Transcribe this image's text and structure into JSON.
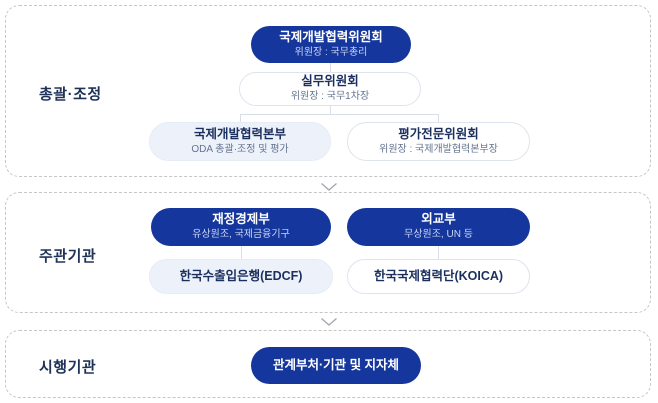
{
  "colors": {
    "box_fill_blue": "#15379d",
    "box_tint_blue": "#edf2fa",
    "box_outline_border": "#dde4ee",
    "title_navy": "#1b2f5e",
    "subtitle_on_blue": "#c9d5f2",
    "subtitle_gray": "#64738f",
    "panel_dashed_border": "#c6c6c6",
    "connector_line": "#d9dfe9",
    "chevron_gray": "#a3a8ae"
  },
  "sections": [
    {
      "label": "총괄·조정",
      "nodes": {
        "committee": {
          "title": "국제개발협력위원회",
          "subtitle": "위원장 : 국무총리"
        },
        "working": {
          "title": "실무위원회",
          "subtitle": "위원장 : 국무1차장"
        },
        "headquarters": {
          "title": "국제개발협력본부",
          "subtitle": "ODA 총괄·조정 및 평가"
        },
        "evaluation": {
          "title": "평가전문위원회",
          "subtitle": "위원장 : 국제개발협력본부장"
        }
      }
    },
    {
      "label": "주관기관",
      "nodes": {
        "mofe": {
          "title": "재정경제부",
          "subtitle": "유상원조, 국제금융기구"
        },
        "mofa": {
          "title": "외교부",
          "subtitle": "무상원조, UN 등"
        },
        "edcf": {
          "title": "한국수출입은행(EDCF)"
        },
        "koica": {
          "title": "한국국제협력단(KOICA)"
        }
      }
    },
    {
      "label": "시행기관",
      "nodes": {
        "agencies": {
          "title": "관계부처·기관 및 지자체"
        }
      }
    }
  ]
}
